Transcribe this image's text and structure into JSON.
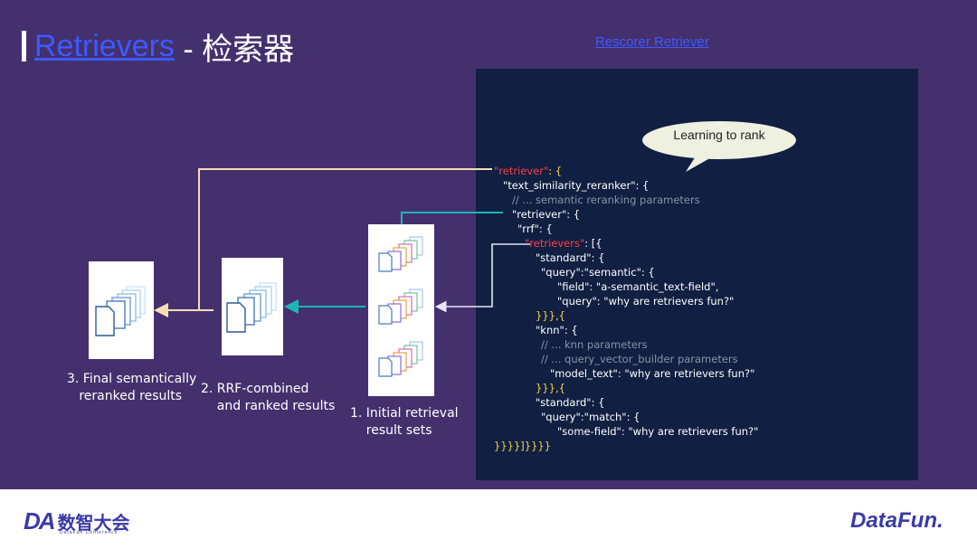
{
  "title": {
    "link": "Retrievers",
    "rest": " - 检索器"
  },
  "rescorer_link": "Rescorer Retriever",
  "bubble": "Learning to rank",
  "code": {
    "l1_key": "\"retriever\"",
    "l1_rest": ": {",
    "l2": "\"text_similarity_reranker\": {",
    "l3": "// ... semantic reranking parameters",
    "l4": "\"retriever\": {",
    "l5": "\"rrf\": {",
    "l6_key": "\"retrievers\"",
    "l6_rest": ": [{",
    "l7": "\"standard\": {",
    "l8": "\"query\":\"semantic\": {",
    "l9": "\"field\": \"a-semantic_text-field\",",
    "l10": "\"query\": \"why are retrievers fun?\"",
    "l11": "}}},{",
    "l12": "\"knn\": {",
    "l13": "// ... knn parameters",
    "l14": "// ... query_vector_builder parameters",
    "l15": "\"model_text\": \"why are retrievers fun?\"",
    "l16": "}}},{",
    "l17": "\"standard\": {",
    "l18": "\"query\":\"match\": {",
    "l19": "\"some-field\": \"why are retrievers fun?\"",
    "l20": "}}}}]}}}}"
  },
  "labels": {
    "final": "3. Final semantically\n   reranked results",
    "rrf": "2. RRF-combined\n    and ranked results",
    "initial": "1. Initial retrieval\n    result sets"
  },
  "footer": {
    "left_mark": "DA",
    "left_text": "数智大会",
    "left_sub": "DataFun Conference",
    "right": "DataFun."
  },
  "colors": {
    "background": "#45306e",
    "code_panel": "#111f42",
    "cream_arrow": "#f5deb0",
    "teal_arrow": "#1fb5b5",
    "link": "#3b5bff"
  }
}
